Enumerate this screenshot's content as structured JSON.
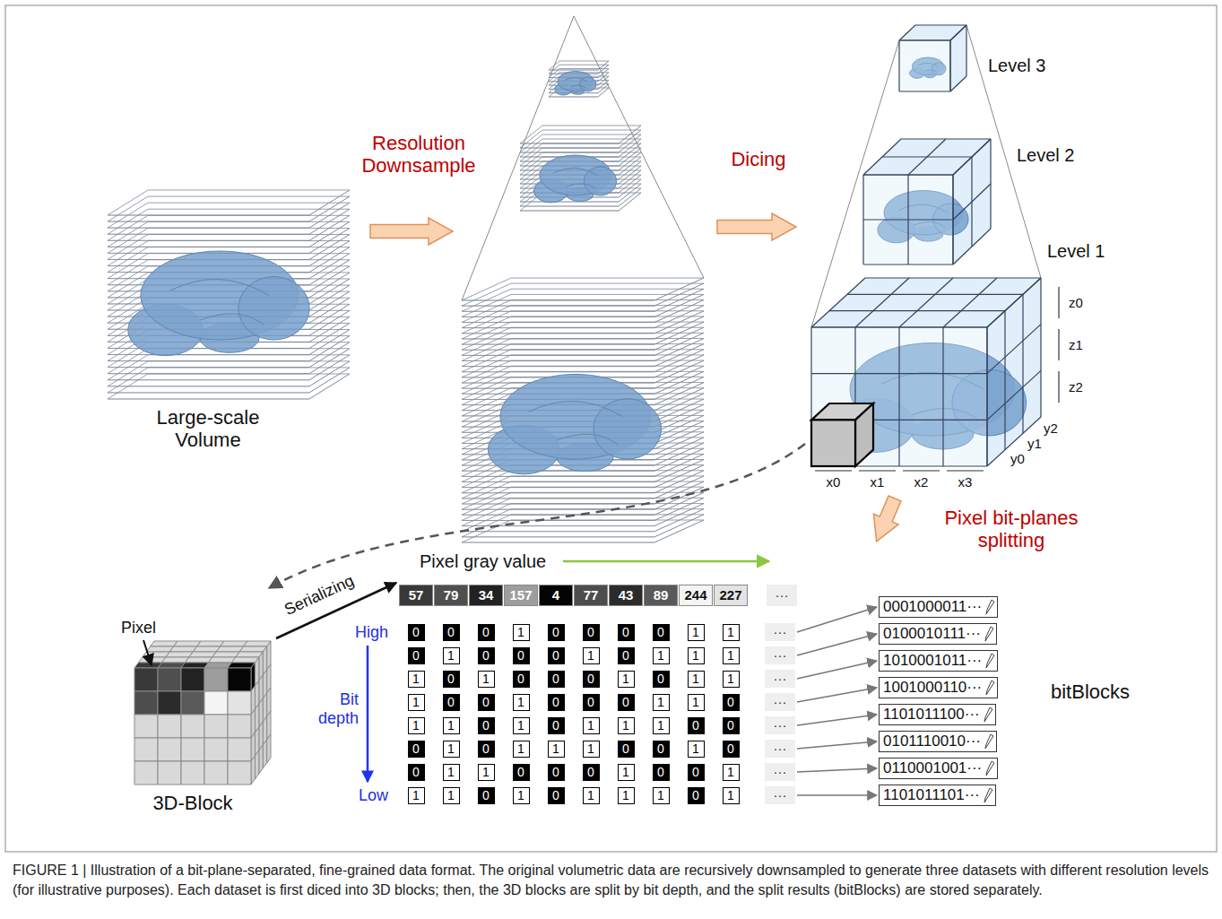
{
  "diagram": {
    "caption": "FIGURE 1 | Illustration of a bit-plane-separated, fine-grained data format. The original volumetric data are recursively downsampled to generate three datasets with different resolution levels (for illustrative purposes). Each dataset is first diced into 3D blocks; then, the 3D blocks are split by bit depth, and the split results (bitBlocks) are stored separately.",
    "nodes": [
      {
        "text": [
          "···"
        ]
      },
      {
        "text": [
          "···"
        ]
      },
      {
        "text": [
          "···"
        ]
      },
      {
        "text": [
          "···"
        ]
      },
      {
        "text": [
          "···"
        ]
      },
      {
        "text": [
          "···"
        ]
      },
      {
        "text": [
          "···"
        ]
      },
      {
        "text": [
          "···"
        ]
      },
      {
        "text": [
          "0001000011···"
        ]
      },
      {
        "text": [
          "0100010111···"
        ]
      },
      {
        "text": [
          "1010001011···"
        ]
      },
      {
        "text": [
          "1001000110···"
        ]
      },
      {
        "text": [
          "1101011100···"
        ]
      },
      {
        "text": [
          "0101110010···"
        ]
      },
      {
        "text": [
          "0110001001···"
        ]
      },
      {
        "text": [
          "1101011101···"
        ]
      }
    ],
    "edges": [
      {
        "from": 0,
        "to": 8,
        "arrow": "to"
      },
      {
        "from": 1,
        "to": 9,
        "arrow": "to"
      },
      {
        "from": 2,
        "to": 10,
        "arrow": "to"
      },
      {
        "from": 3,
        "to": 11,
        "arrow": "to"
      },
      {
        "from": 4,
        "to": 12,
        "arrow": "to"
      },
      {
        "from": 5,
        "to": 13,
        "arrow": "to"
      },
      {
        "from": 6,
        "to": 14,
        "arrow": "to"
      },
      {
        "from": 7,
        "to": 15,
        "arrow": "to"
      }
    ],
    "labels": [
      "Resolution Downsample",
      "Dicing",
      "Level 3",
      "Level 2",
      "Level 1",
      "z0",
      "z1",
      "z2",
      "y2",
      "y1",
      "y0",
      "x0",
      "x1",
      "x2",
      "x3",
      "Large-scale Volume",
      "Pixel bit-planes splitting",
      "Pixel",
      "3D-Block",
      "Serializing",
      "Pixel gray value",
      "57",
      "79",
      "34",
      "157",
      "4",
      "77",
      "43",
      "89",
      "244",
      "227",
      "···",
      "High",
      "Bit depth",
      "Low",
      "0",
      "0",
      "0",
      "1",
      "0",
      "0",
      "0",
      "0",
      "1",
      "1",
      "0",
      "1",
      "0",
      "0",
      "0",
      "1",
      "0",
      "1",
      "1",
      "1",
      "1",
      "0",
      "1",
      "0",
      "0",
      "0",
      "1",
      "0",
      "1",
      "1",
      "1",
      "0",
      "0",
      "1",
      "0",
      "0",
      "0",
      "1",
      "1",
      "0",
      "1",
      "1",
      "0",
      "1",
      "0",
      "1",
      "1",
      "1",
      "0",
      "0",
      "0",
      "1",
      "0",
      "1",
      "1",
      "1",
      "0",
      "0",
      "1",
      "0",
      "0",
      "1",
      "1",
      "0",
      "0",
      "0",
      "1",
      "0",
      "0",
      "1",
      "1",
      "1",
      "0",
      "1",
      "0",
      "1",
      "1",
      "1",
      "0",
      "1",
      "bitBlocks"
    ]
  }
}
